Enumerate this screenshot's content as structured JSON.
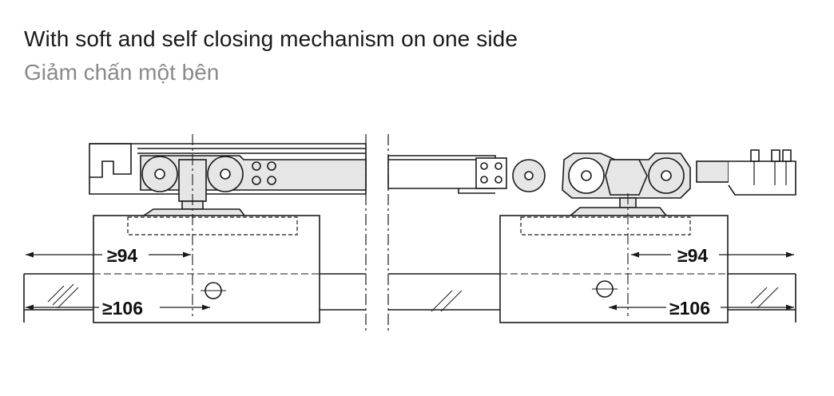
{
  "header": {
    "title": "With soft and self closing mechanism on one side",
    "subtitle": "Giảm chấn một bên"
  },
  "dimensions": {
    "left_top": "≥94",
    "left_bottom": "≥106",
    "right_top": "≥94",
    "right_bottom": "≥106"
  },
  "colors": {
    "line": "#1a1a1a",
    "part_fill": "#e6e6e6",
    "subtitle": "#8a8a8a"
  }
}
